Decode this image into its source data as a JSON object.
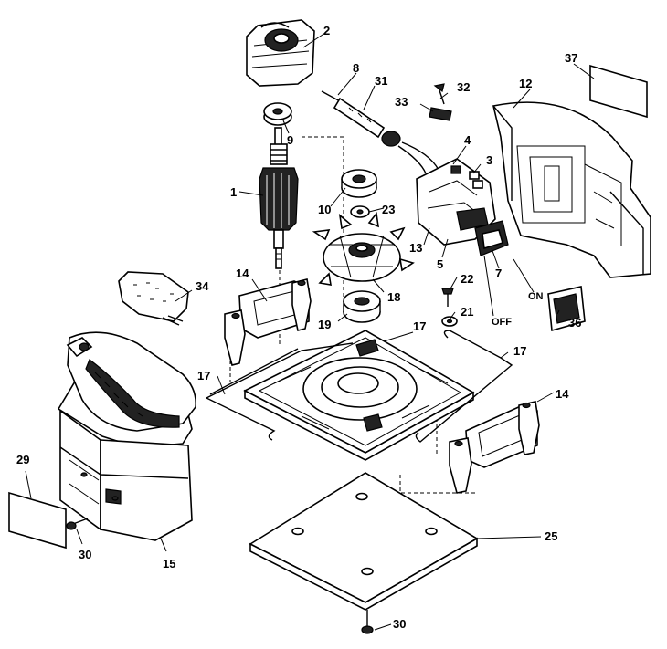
{
  "labels": {
    "p1": "1",
    "p2": "2",
    "p3": "3",
    "p4": "4",
    "p5": "5",
    "p7": "7",
    "p8": "8",
    "p9": "9",
    "p10": "10",
    "p12": "12",
    "p13": "13",
    "p14a": "14",
    "p14b": "14",
    "p15": "15",
    "p17a": "17",
    "p17b": "17",
    "p17c": "17",
    "p18": "18",
    "p19": "19",
    "p21": "21",
    "p22": "22",
    "p23": "23",
    "p25": "25",
    "p29": "29",
    "p30a": "30",
    "p30b": "30",
    "p31": "31",
    "p32": "32",
    "p33": "33",
    "p34": "34",
    "p36": "36",
    "p37": "37"
  },
  "switch": {
    "on": "ON",
    "off": "OFF"
  }
}
